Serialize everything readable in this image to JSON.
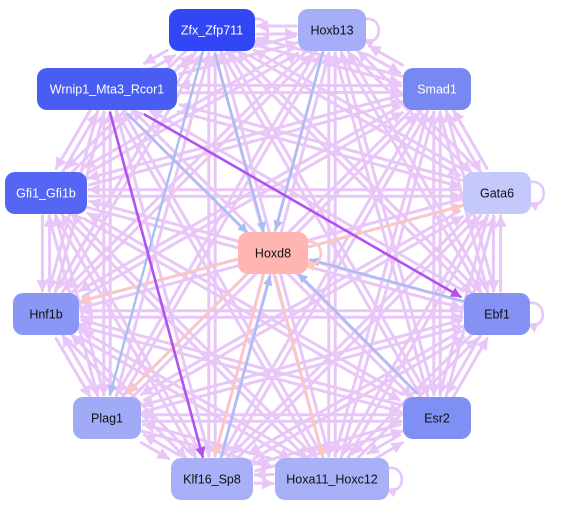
{
  "diagram": {
    "center": {
      "id": "Hoxd8",
      "label": "Hoxd8",
      "fill": "#ffb6b0",
      "text": "#111111"
    },
    "nodes": [
      {
        "id": "Zfx_Zfp711",
        "label": "Zfx_Zfp711",
        "fill": "#3346f5",
        "text": "#ffffff"
      },
      {
        "id": "Hoxb13",
        "label": "Hoxb13",
        "fill": "#a6aef8",
        "text": "#111111"
      },
      {
        "id": "Smad1",
        "label": "Smad1",
        "fill": "#7888f2",
        "text": "#ffffff"
      },
      {
        "id": "Gata6",
        "label": "Gata6",
        "fill": "#c4c8fb",
        "text": "#111111"
      },
      {
        "id": "Ebf1",
        "label": "Ebf1",
        "fill": "#8592f4",
        "text": "#111111"
      },
      {
        "id": "Esr2",
        "label": "Esr2",
        "fill": "#7f8ff4",
        "text": "#111111"
      },
      {
        "id": "Hoxa11_Hoxc12",
        "label": "Hoxa11_Hoxc12",
        "fill": "#a8b0f8",
        "text": "#111111"
      },
      {
        "id": "Klf16_Sp8",
        "label": "Klf16_Sp8",
        "fill": "#a8b0f8",
        "text": "#111111"
      },
      {
        "id": "Plag1",
        "label": "Plag1",
        "fill": "#a0aaf7",
        "text": "#111111"
      },
      {
        "id": "Hnf1b",
        "label": "Hnf1b",
        "fill": "#8a97f5",
        "text": "#111111"
      },
      {
        "id": "Gfi1_Gfi1b",
        "label": "Gfi1_Gfi1b",
        "fill": "#5466f3",
        "text": "#ffffff"
      },
      {
        "id": "Wrnip1_Mta3_Rcor1",
        "label": "Wrnip1_Mta3_Rcor1",
        "fill": "#4a5df2",
        "text": "#ffffff"
      }
    ],
    "edge_colors": {
      "regular": "#e8c6f8",
      "strong": "#b44ff0",
      "blue": "#a9bdf4",
      "salmon": "#fec6bc"
    },
    "strong_edges": [
      [
        "Wrnip1_Mta3_Rcor1",
        "Ebf1"
      ],
      [
        "Wrnip1_Mta3_Rcor1",
        "Klf16_Sp8"
      ]
    ],
    "blue_edges": [
      [
        "Zfx_Zfp711",
        "Hoxd8"
      ],
      [
        "Wrnip1_Mta3_Rcor1",
        "Hoxd8"
      ],
      [
        "Hoxb13",
        "Hoxd8"
      ],
      [
        "Ebf1",
        "Hoxd8"
      ],
      [
        "Esr2",
        "Hoxd8"
      ],
      [
        "Klf16_Sp8",
        "Hoxd8"
      ],
      [
        "Zfx_Zfp711",
        "Plag1"
      ]
    ],
    "salmon_edges": [
      [
        "Hoxd8",
        "Gata6"
      ],
      [
        "Hoxd8",
        "Hnf1b"
      ],
      [
        "Hoxd8",
        "Hoxa11_Hoxc12"
      ],
      [
        "Hoxd8",
        "Klf16_Sp8"
      ],
      [
        "Hoxd8",
        "Plag1"
      ]
    ],
    "self_loops": [
      "Zfx_Zfp711",
      "Hoxb13",
      "Gata6",
      "Ebf1",
      "Hoxa11_Hoxc12",
      "Hnf1b",
      "Hoxd8"
    ]
  }
}
